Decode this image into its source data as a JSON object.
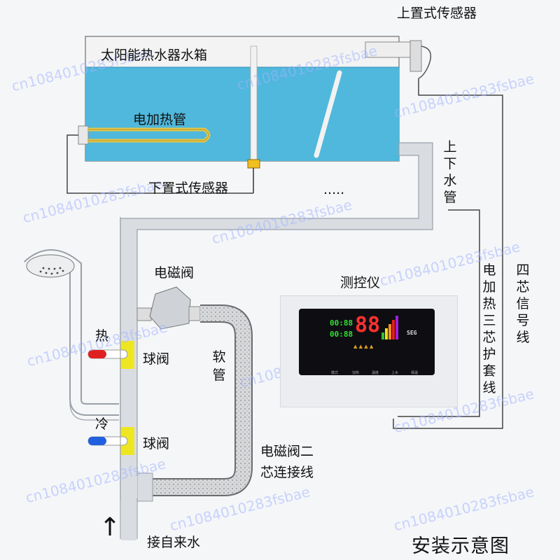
{
  "labels": {
    "top_sensor": "上置式传感器",
    "tank": "太阳能热水器水箱",
    "heater": "电加热管",
    "bottom_sensor": "下置式传感器",
    "bottom_sensor_dots": ".....",
    "up_down_pipe": "上\n下\n水\n管",
    "solenoid_valve": "电磁阀",
    "controller": "测控仪",
    "electric_heating_cable": "电\n加\n热\n三\n芯\n护\n套\n线",
    "four_core_signal": "四\n芯\n信\n号\n线",
    "hot": "热",
    "ball_valve_hot": "球阀",
    "hose": "软\n管",
    "cold": "冷",
    "ball_valve_cold": "球阀",
    "solenoid_cable": "电磁阀二\n芯连接线",
    "city_water": "接自来水",
    "arrow": "↑",
    "title": "安装示意图"
  },
  "watermark": "cn1084010283fsbae",
  "controller_screen": {
    "digits_red": "88",
    "digits_green_1": "00:88",
    "digits_green_2": "00:88",
    "brand": "SEG",
    "buttons": [
      "模式",
      "加热",
      "温度",
      "上水",
      "保温"
    ]
  },
  "colors": {
    "water": "#4fb8dc",
    "pipe": "#d9dde2",
    "hot_handle": "#e02020",
    "cold_handle": "#2060e0",
    "valve_yellow": "#f2e800"
  }
}
